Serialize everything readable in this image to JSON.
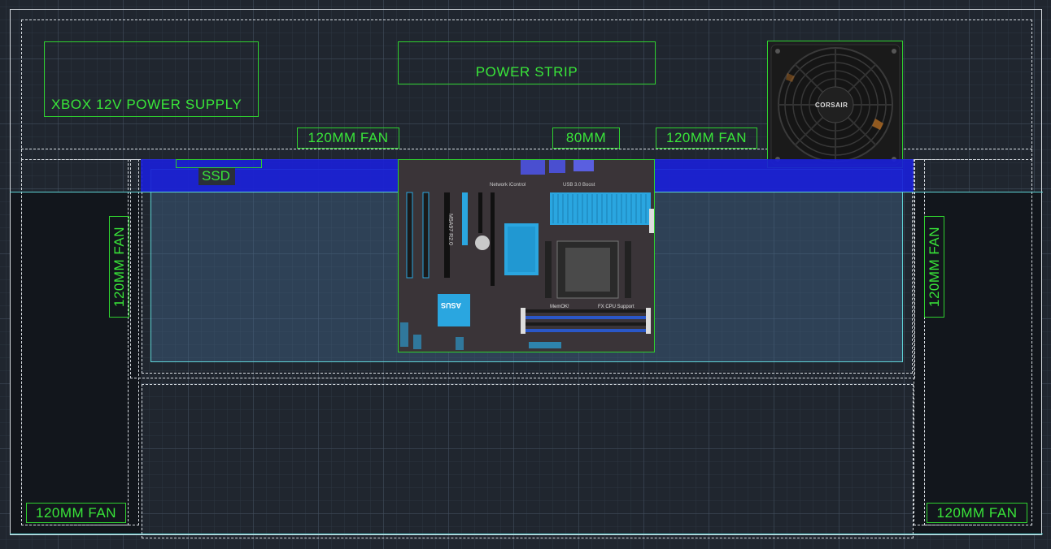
{
  "labels": {
    "xbox_psu": "XBOX 12V POWER SUPPLY",
    "power_strip": "POWER STRIP",
    "fan_top_left": "120MM FAN",
    "fan_80mm": "80MM",
    "fan_top_right": "120MM FAN",
    "ssd": "SSD",
    "fan_left_vertical": "120MM FAN",
    "fan_right_vertical": "120MM FAN",
    "fan_bottom_left": "120MM FAN",
    "fan_bottom_right": "120MM FAN"
  },
  "psu_brand": "CORSAIR",
  "motherboard": {
    "brand": "ASUS",
    "model": "M5A97 R2.0",
    "text_memok": "MemOK!",
    "text_fx": "FX CPU Support",
    "text_network": "Network iControl",
    "text_usb": "USB 3.0 Boost"
  },
  "colors": {
    "label_green": "#39e639",
    "outline_white": "#d6dbe0",
    "cyan_outline": "#5fd3d6",
    "blue_band": "#1a1fd6",
    "heatsink_blue": "#2aa6e0"
  }
}
